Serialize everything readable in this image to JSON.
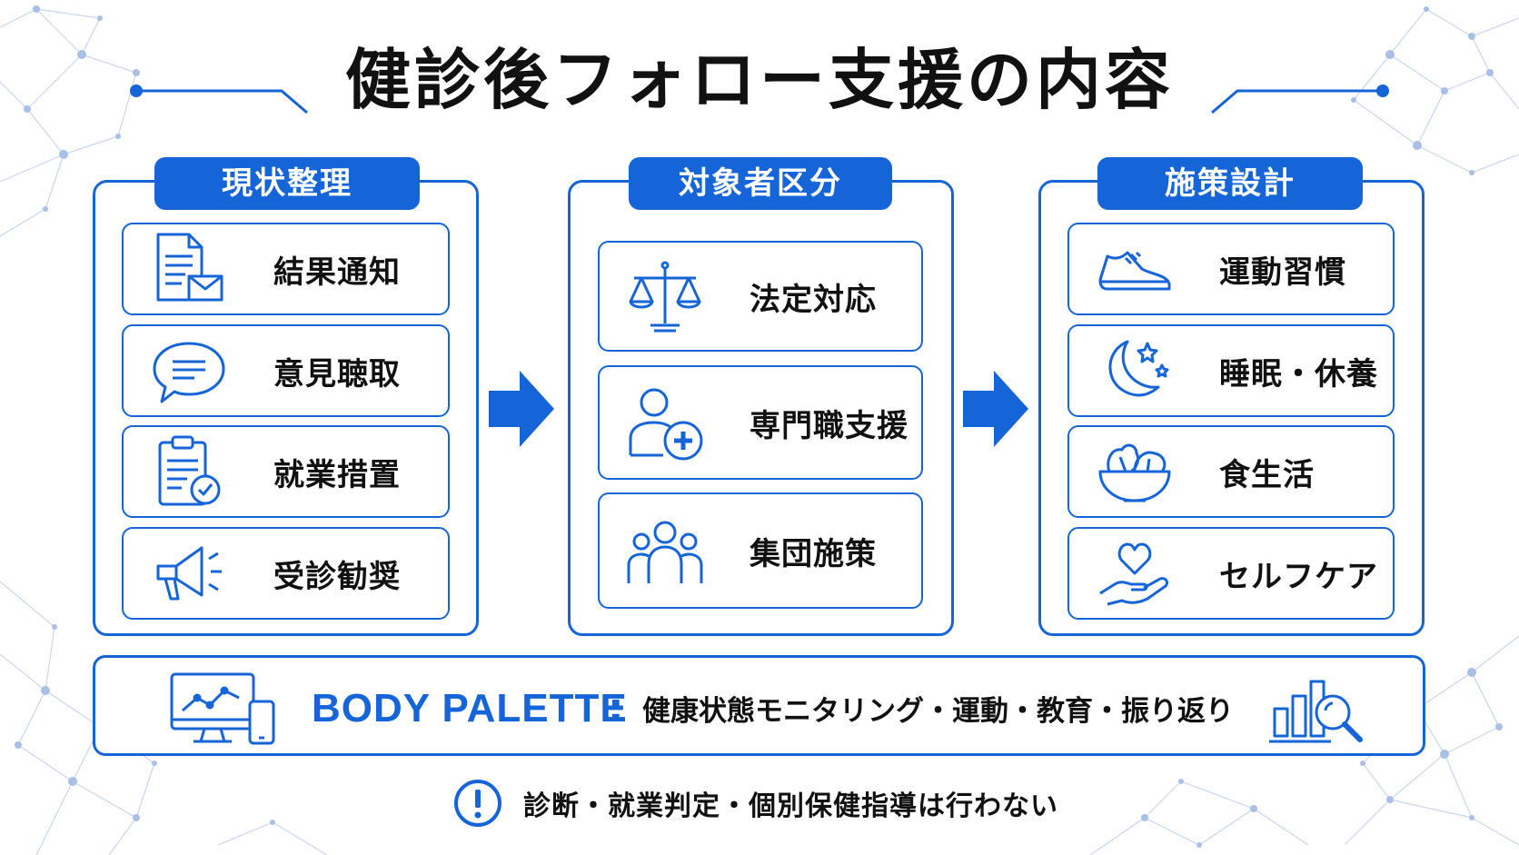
{
  "title": "健診後フォロー支援の内容",
  "colors": {
    "accent": "#1565d8",
    "text": "#111111",
    "network": "#b8c9e6"
  },
  "columns": [
    {
      "tab": "現状整理",
      "items": [
        {
          "icon": "document-mail-icon",
          "label": "結果通知"
        },
        {
          "icon": "speech-bubble-icon",
          "label": "意見聴取"
        },
        {
          "icon": "clipboard-check-icon",
          "label": "就業措置"
        },
        {
          "icon": "megaphone-icon",
          "label": "受診勧奨"
        }
      ]
    },
    {
      "tab": "対象者区分",
      "items": [
        {
          "icon": "scales-icon",
          "label": "法定対応"
        },
        {
          "icon": "person-plus-icon",
          "label": "専門職支援"
        },
        {
          "icon": "group-icon",
          "label": "集団施策"
        }
      ]
    },
    {
      "tab": "施策設計",
      "items": [
        {
          "icon": "sneaker-icon",
          "label": "運動習慣"
        },
        {
          "icon": "moon-stars-icon",
          "label": "睡眠・休養"
        },
        {
          "icon": "salad-bowl-icon",
          "label": "食生活"
        },
        {
          "icon": "heart-hand-icon",
          "label": "セルフケア"
        }
      ]
    }
  ],
  "palette": {
    "title": "BODY PALETTE",
    "colon": ":",
    "description": "健康状態モニタリング・運動・教育・振り返り"
  },
  "note": "診断・就業判定・個別保健指導は行わない"
}
